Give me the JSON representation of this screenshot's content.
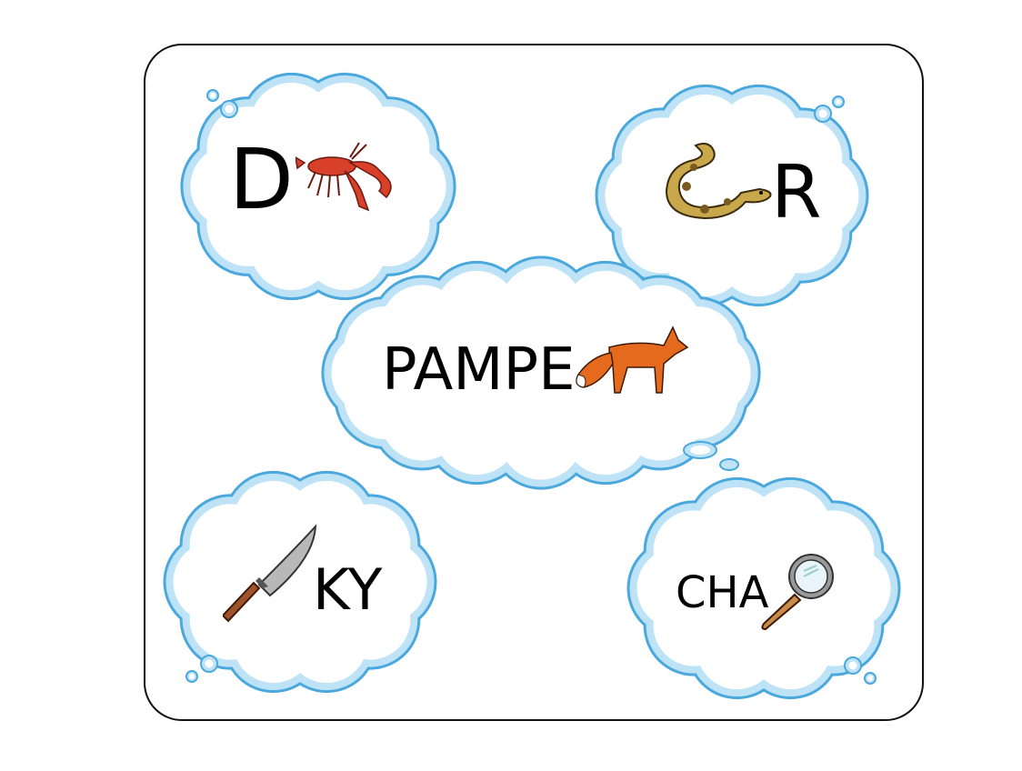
{
  "colors": {
    "cloud_outline": "#4aa8dd",
    "cloud_mid": "#bfe3f6",
    "cloud_fill": "#ffffff",
    "frame": "#111111"
  },
  "clouds": [
    {
      "text": "D",
      "picture": "lobster-icon"
    },
    {
      "text": "R",
      "picture": "snake-icon"
    },
    {
      "text": "PAMPE",
      "picture": "fox-icon"
    },
    {
      "text": "KY",
      "picture": "knife-icon"
    },
    {
      "text": "CHA",
      "picture": "magnifying-glass-icon"
    }
  ]
}
